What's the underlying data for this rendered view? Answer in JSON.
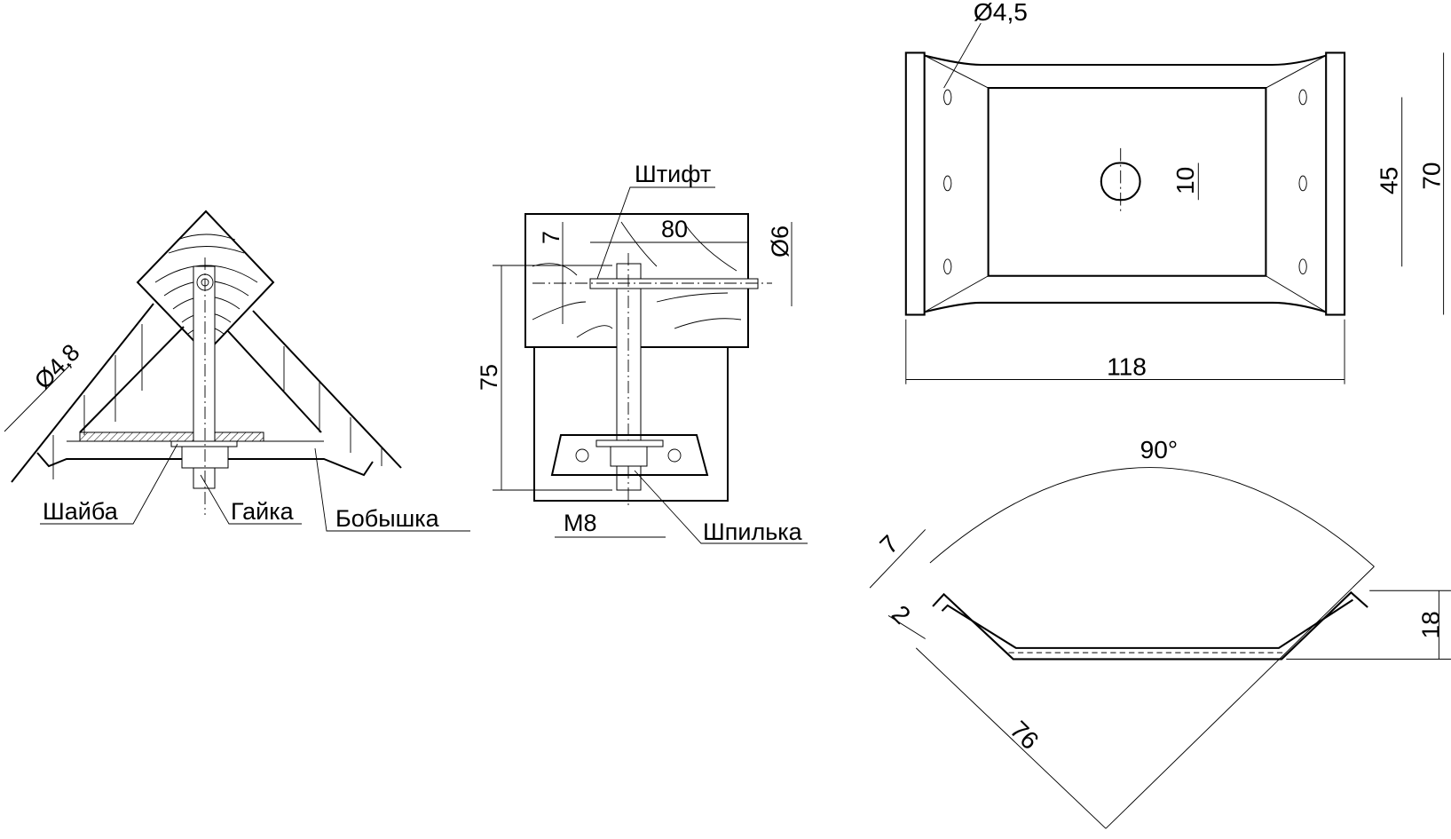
{
  "left_view": {
    "diameter_label": "Ø4,8",
    "washer_label": "Шайба",
    "nut_label": "Гайка",
    "boss_label": "Бобышка"
  },
  "middle_view": {
    "pin_label": "Штифт",
    "dim_7": "7",
    "dim_80": "80",
    "dim_d6": "Ø6",
    "dim_75": "75",
    "thread_label": "M8",
    "stud_label": "Шпилька"
  },
  "plate_view": {
    "hole_diameter": "Ø4,5",
    "slot_dim": "10",
    "dim_45": "45",
    "dim_70": "70",
    "dim_118": "118"
  },
  "profile_view": {
    "angle": "90°",
    "dim_7": "7",
    "dim_2": "2",
    "dim_76": "76",
    "dim_18": "18"
  }
}
